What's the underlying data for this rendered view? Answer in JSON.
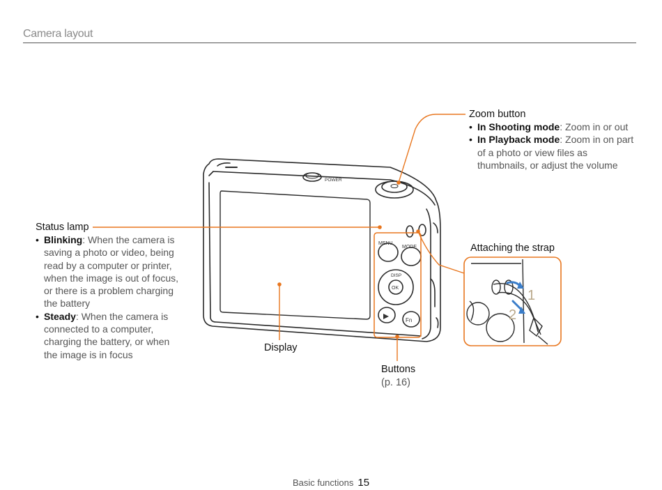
{
  "header": {
    "title": "Camera layout"
  },
  "zoom": {
    "title": "Zoom button",
    "items": [
      {
        "term": "In Shooting mode",
        "text": ": Zoom in or out"
      },
      {
        "term": "In Playback mode",
        "text": ": Zoom in on part of a photo or view files as thumbnails, or adjust the volume"
      }
    ]
  },
  "status": {
    "title": "Status lamp",
    "items": [
      {
        "term": "Blinking",
        "text": ": When the camera is saving a photo or video, being read by a computer or printer, when the image is out of focus, or there is a problem charging the battery"
      },
      {
        "term": "Steady",
        "text": ": When the camera is connected to a computer, charging the battery, or when the image is in focus"
      }
    ]
  },
  "strap": {
    "title": "Attaching the strap",
    "step1": "1",
    "step2": "2"
  },
  "display": {
    "label": "Display"
  },
  "buttons": {
    "label": "Buttons",
    "ref": "(p. 16)"
  },
  "camera": {
    "power": "POWER",
    "menu": "MENU",
    "mode": "MODE",
    "disp": "DISP",
    "ok": "OK",
    "fn": "Fn"
  },
  "footer": {
    "section": "Basic functions",
    "page": "15"
  },
  "colors": {
    "accent": "#e8761e",
    "arrow": "#3a7dc9",
    "step": "#b9a88a"
  }
}
